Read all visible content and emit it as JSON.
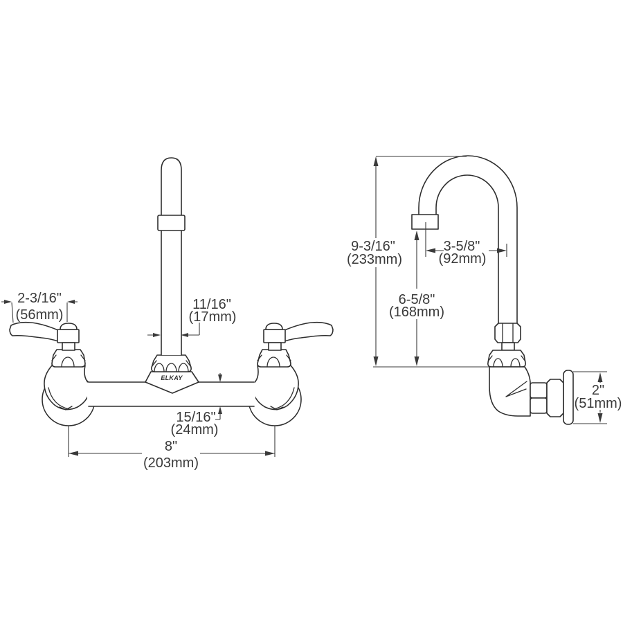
{
  "brand_label": "ELKAY",
  "front": {
    "handle_length": {
      "in": "2-3/16\"",
      "mm": "(56mm)"
    },
    "spout_diameter": {
      "in": "11/16\"",
      "mm": "(17mm)"
    },
    "body_height": {
      "in": "15/16\"",
      "mm": "(24mm)"
    },
    "center_spacing": {
      "in": "8\"",
      "mm": "(203mm)"
    }
  },
  "side": {
    "overall_height": {
      "in": "9-3/16\"",
      "mm": "(233mm)"
    },
    "spout_reach": {
      "in": "3-5/8\"",
      "mm": "(92mm)"
    },
    "outlet_height": {
      "in": "6-5/8\"",
      "mm": "(168mm)"
    },
    "flange_diameter": {
      "in": "2\"",
      "mm": "(51mm)"
    }
  },
  "colors": {
    "line": "#2e2e2e",
    "text": "#3a3a3a",
    "background": "#ffffff"
  }
}
